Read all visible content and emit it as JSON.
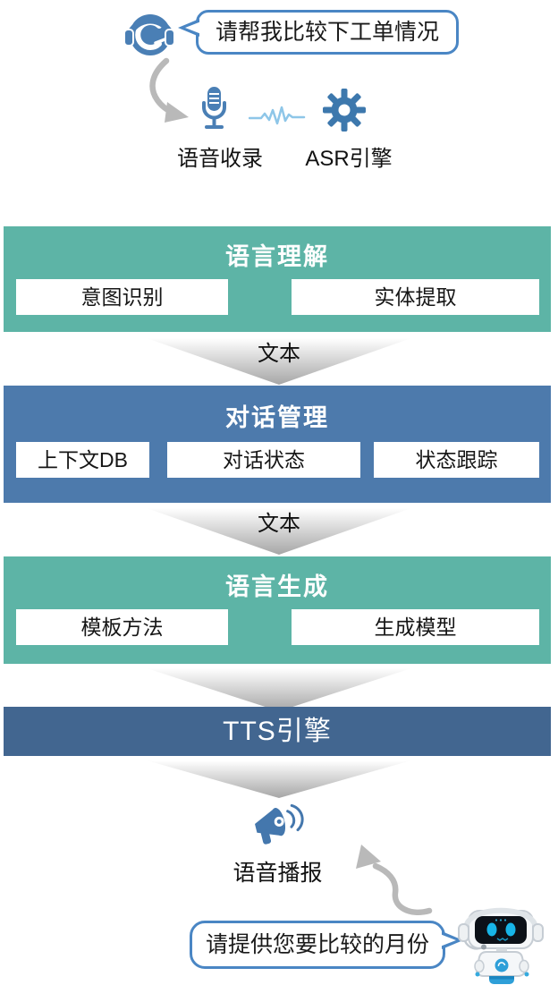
{
  "user_request": {
    "bubble_text": "请帮我比较下工单情况",
    "icon": "headset-agent-icon"
  },
  "capture_row": {
    "mic_icon": "microphone-icon",
    "waveform_icon": "waveform-icon",
    "gear_icon": "gear-icon",
    "mic_label": "语音收录",
    "asr_label": "ASR引擎"
  },
  "flow_label": "文本",
  "blocks": {
    "nlu": {
      "title": "语言理解",
      "items": [
        "意图识别",
        "实体提取"
      ]
    },
    "dialog": {
      "title": "对话管理",
      "items": [
        "上下文DB",
        "对话状态",
        "状态跟踪"
      ]
    },
    "nlg": {
      "title": "语言生成",
      "items": [
        "模板方法",
        "生成模型"
      ]
    },
    "tts": {
      "title": "TTS引擎"
    }
  },
  "output": {
    "speaker_icon": "megaphone-icon",
    "broadcast_label": "语音播报",
    "robot_icon": "robot-icon",
    "bubble_text": "请提供您要比较的月份"
  },
  "colors": {
    "teal_block": "#5db4a6",
    "blue_block": "#4d7aac",
    "dark_blue_block": "#426690",
    "icon_blue": "#4a7fb5",
    "bubble_border": "#4a86c4",
    "waveform_blue": "#8ec6e8",
    "arrow_gray": "#b9b9b9"
  }
}
